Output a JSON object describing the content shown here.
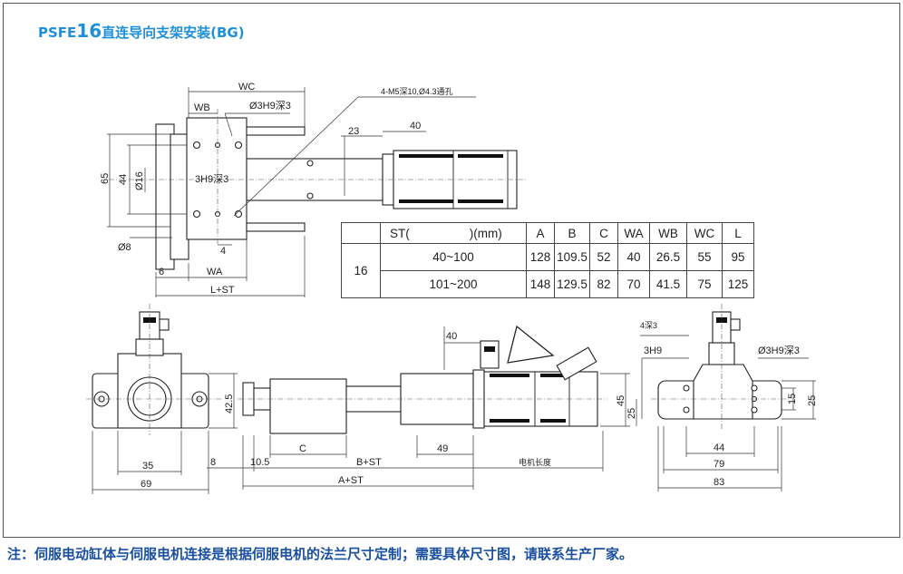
{
  "title": {
    "prefix": "PSFE",
    "size": "16",
    "suffix": "直连导向支架安装(BG)"
  },
  "note": "注：伺服电动缸体与伺服电机连接是根据伺服电机的法兰尺寸定制；需要具体尺寸图，请联系生产厂家。",
  "table": {
    "header": {
      "st": "ST(",
      "mm": ")(mm)",
      "cols": [
        "A",
        "B",
        "C",
        "WA",
        "WB",
        "WC",
        "L"
      ]
    },
    "model": "16",
    "rows": [
      {
        "range": "40~100",
        "values": [
          "128",
          "109.5",
          "52",
          "40",
          "26.5",
          "55",
          "95"
        ]
      },
      {
        "range": "101~200",
        "values": [
          "148",
          "129.5",
          "82",
          "70",
          "41.5",
          "75",
          "125"
        ]
      }
    ]
  },
  "labels": {
    "wc": "WC",
    "wb": "WB",
    "d3h9": "Ø3H9深3",
    "h3h9": "3H9深3",
    "m5": "4-M5深10,Ø4.3通孔",
    "d23": "23",
    "d40a": "40",
    "d65": "65",
    "d44": "44",
    "d16": "Ø16",
    "d8": "Ø8",
    "d4": "4",
    "d6": "6",
    "wa": "WA",
    "lst": "L+ST",
    "d40b": "40",
    "d42": "42.5",
    "d35": "35",
    "d69": "69",
    "d8b": "8",
    "d105": "10.5",
    "c": "C",
    "bst": "B+ST",
    "d49": "49",
    "motor": "电机长度",
    "ast": "A+ST",
    "d45": "45",
    "d25a": "25",
    "d4s3": "4深3",
    "s3h9": "3H9",
    "r3h9": "Ø3H9深3",
    "d15": "15",
    "d25b": "25",
    "d44b": "44",
    "d79": "79",
    "d83": "83"
  }
}
